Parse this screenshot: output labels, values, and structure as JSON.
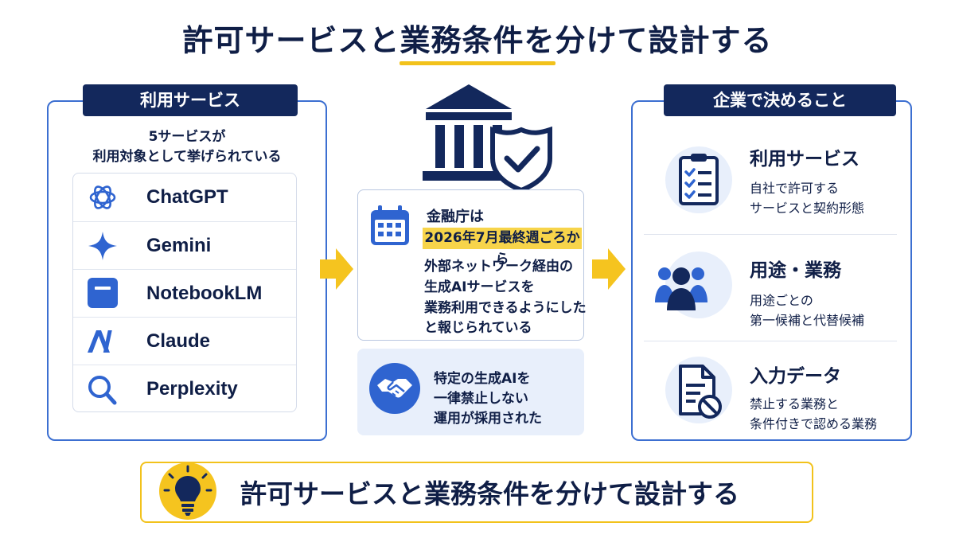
{
  "title": "許可サービスと業務条件を分けて設計する",
  "left_panel": {
    "label": "利用サービス",
    "caption_line1": "5サービスが",
    "caption_line2": "利用対象として挙げられている",
    "services": [
      {
        "name": "ChatGPT",
        "icon": "chatgpt-icon"
      },
      {
        "name": "Gemini",
        "icon": "gemini-icon"
      },
      {
        "name": "NotebookLM",
        "icon": "notebooklm-icon"
      },
      {
        "name": "Claude",
        "icon": "claude-icon"
      },
      {
        "name": "Perplexity",
        "icon": "perplexity-icon"
      }
    ]
  },
  "center": {
    "icon": "bank-shield-icon",
    "info_head": "金融庁は",
    "info_highlight": "2026年7月最終週ごろから",
    "info_body": [
      "外部ネットワーク経由の",
      "生成AIサービスを",
      "業務利用できるようにした",
      "と報じられている"
    ],
    "hand_text": [
      "特定の生成AIを",
      "一律禁止しない",
      "運用が採用された"
    ]
  },
  "right_panel": {
    "label": "企業で決めること",
    "items": [
      {
        "title": "利用サービス",
        "desc": [
          "自社で許可する",
          "サービスと契約形態"
        ],
        "icon": "checklist-icon"
      },
      {
        "title": "用途・業務",
        "desc": [
          "用途ごとの",
          "第一候補と代替候補"
        ],
        "icon": "users-icon"
      },
      {
        "title": "入力データ",
        "desc": [
          "禁止する業務と",
          "条件付きで認める業務"
        ],
        "icon": "document-prohibited-icon"
      }
    ]
  },
  "banner": {
    "text": "許可サービスと業務条件を分けて設計する",
    "icon": "lightbulb-icon"
  },
  "colors": {
    "navy": "#13285c",
    "accent_blue": "#2f64d0",
    "yellow": "#f2c21b",
    "light_blue": "#e8effb"
  }
}
